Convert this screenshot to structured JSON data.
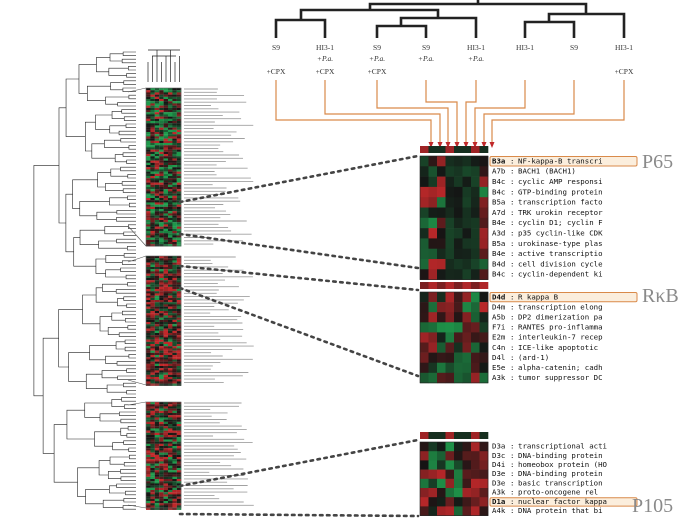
{
  "colors": {
    "background": "#ffffff",
    "tree": "#222222",
    "connector": "#d98a4a",
    "dotted": "#444444",
    "highlight_fill": "#fbeedd",
    "highlight_border": "#d98a4a",
    "heat_red": "#c0282a",
    "heat_green": "#1f9a4c",
    "heat_black": "#141414",
    "label_gray": "#8a8a8a"
  },
  "conditions": [
    {
      "line1": "S9",
      "line2": "",
      "line3": "+CPX"
    },
    {
      "line1": "HI3-1",
      "line2": "+P.a.",
      "line3": "+CPX"
    },
    {
      "line1": "S9",
      "line2": "+P.a.",
      "line3": "+CPX"
    },
    {
      "line1": "S9",
      "line2": "+P.a.",
      "line3": ""
    },
    {
      "line1": "HI3-1",
      "line2": "+P.a.",
      "line3": ""
    },
    {
      "line1": "HI3-1",
      "line2": "",
      "line3": ""
    },
    {
      "line1": "S9",
      "line2": "",
      "line3": ""
    },
    {
      "line1": "HI3-1",
      "line2": "",
      "line3": "+CPX"
    }
  ],
  "panels": [
    {
      "title": "P65",
      "genes": [
        {
          "id": "B3a",
          "name": "NF-kappa-B transcri",
          "highlight": true
        },
        {
          "id": "A7b",
          "name": "BACH1 (BACH1)",
          "highlight": false
        },
        {
          "id": "B4c",
          "name": "cyclic AMP responsi",
          "highlight": false
        },
        {
          "id": "B4c",
          "name": "GTP-binding protein",
          "highlight": false
        },
        {
          "id": "B5a",
          "name": "transcription facto",
          "highlight": false
        },
        {
          "id": "A7d",
          "name": "TRK urokin receptor",
          "highlight": false
        },
        {
          "id": "B4e",
          "name": "cyclin D1; cyclin F",
          "highlight": false
        },
        {
          "id": "A3d",
          "name": "p35 cyclin-like CDK",
          "highlight": false
        },
        {
          "id": "B5a",
          "name": "urokinase-type plas",
          "highlight": false
        },
        {
          "id": "B4e",
          "name": "active transcriptio",
          "highlight": false
        },
        {
          "id": "B4d",
          "name": "cell division cycle",
          "highlight": false
        },
        {
          "id": "B4c",
          "name": "cyclin-dependent ki",
          "highlight": false
        }
      ]
    },
    {
      "title": "RκB",
      "genes": [
        {
          "id": "D4d",
          "name": "R kappa B",
          "highlight": true
        },
        {
          "id": "D4m",
          "name": "transcription elong",
          "highlight": false
        },
        {
          "id": "A5b",
          "name": "DP2 dimerization pa",
          "highlight": false
        },
        {
          "id": "F7i",
          "name": "RANTES pro-inflamma",
          "highlight": false
        },
        {
          "id": "E2m",
          "name": "interleukin-7 recep",
          "highlight": false
        },
        {
          "id": "C4n",
          "name": "ICE-like apoptotic",
          "highlight": false
        },
        {
          "id": "D4l",
          "name": "(ard-1)",
          "highlight": false
        },
        {
          "id": "E5e",
          "name": "alpha-catenin; cadh",
          "highlight": false
        },
        {
          "id": "A3k",
          "name": "tumor suppressor DC",
          "highlight": false
        }
      ]
    },
    {
      "title": "P105",
      "genes": [
        {
          "id": "D3a",
          "name": "transcriptional acti",
          "highlight": false
        },
        {
          "id": "D3c",
          "name": "DNA-binding protein",
          "highlight": false
        },
        {
          "id": "D4i",
          "name": "homeobox protein (HO",
          "highlight": false
        },
        {
          "id": "D3e",
          "name": "DNA-binding protein",
          "highlight": false
        },
        {
          "id": "D3e",
          "name": "basic transcription",
          "highlight": false
        },
        {
          "id": "A3k",
          "name": "proto-oncogene rel",
          "highlight": false
        },
        {
          "id": "D1a",
          "name": "nuclear factor kappa",
          "highlight": true
        },
        {
          "id": "A4k",
          "name": "DNA protein that bi",
          "highlight": false
        }
      ]
    }
  ]
}
